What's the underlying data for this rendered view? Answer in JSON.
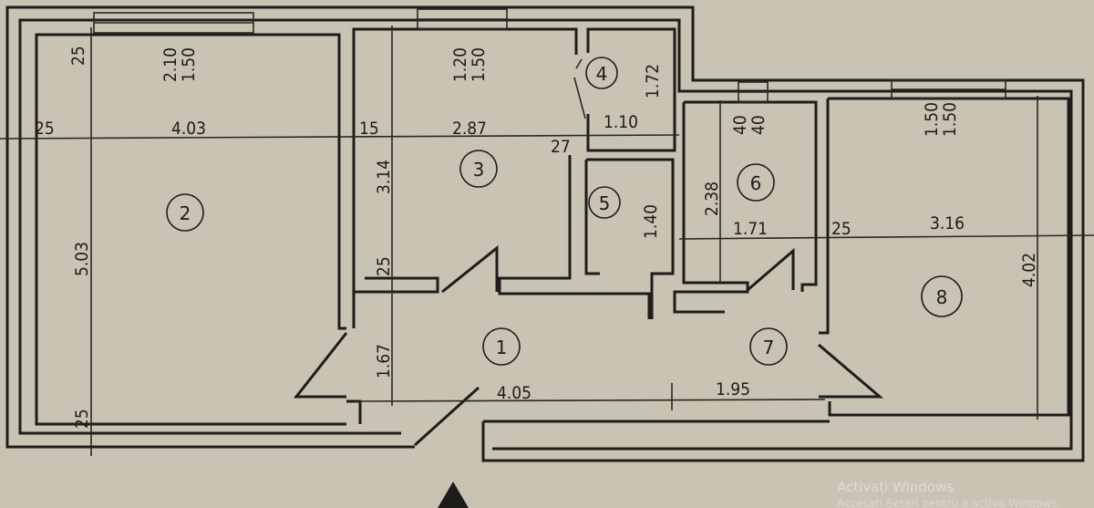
{
  "plan": {
    "rooms": [
      {
        "number": "1"
      },
      {
        "number": "2"
      },
      {
        "number": "3"
      },
      {
        "number": "4"
      },
      {
        "number": "5"
      },
      {
        "number": "6"
      },
      {
        "number": "7"
      },
      {
        "number": "8"
      }
    ],
    "windows": [
      {
        "width": "2.10",
        "height": "1.50"
      },
      {
        "width": "1.20",
        "height": "1.50"
      },
      {
        "width": "40",
        "height": "40"
      },
      {
        "width": "1.50",
        "height": "1.50"
      }
    ],
    "dimensions": {
      "room2_top_offset": "25",
      "room2_left_offset": "25",
      "room2_width": "4.03",
      "room2_length": "5.03",
      "room2_bottom_offset": "25",
      "room3_wall": "15",
      "room3_width": "2.87",
      "room3_length": "3.14",
      "room3_bottom_offset": "25",
      "room4_width": "1.10",
      "room4_length": "1.72",
      "wall_27": "27",
      "room5_length": "1.40",
      "room6_length": "2.38",
      "room6_width": "1.71",
      "room8_wall": "25",
      "room8_width": "3.16",
      "room8_length": "4.02",
      "hall_depth": "1.67",
      "hall_width_1": "4.05",
      "hall_width_7": "1.95"
    }
  },
  "watermark": {
    "title": "Activați Windows",
    "subtitle": "Accesați Setări pentru a activa Windows."
  }
}
